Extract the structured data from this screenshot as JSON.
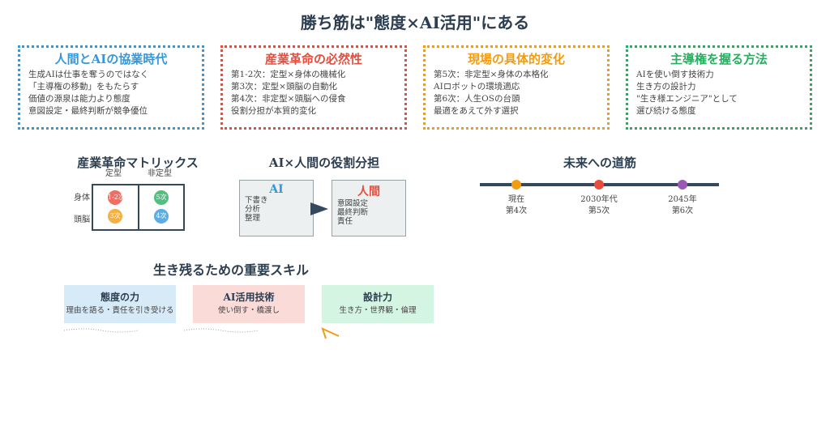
{
  "title": "勝ち筋は\"態度×AI活用\"にある",
  "cards": [
    {
      "title": "人間とAIの協業時代",
      "color": "#3498db",
      "lines": [
        "生成AIは仕事を奪うのではなく",
        "「主導権の移動」をもたらす",
        "価値の源泉は能力より態度",
        "意図設定・最終判断が競争優位"
      ]
    },
    {
      "title": "産業革命の必然性",
      "color": "#e74c3c",
      "lines": [
        "第1-2次：定型×身体の機械化",
        "第3次：定型×頭脳の自動化",
        "第4次：非定型×頭脳への侵食",
        "役割分担が本質的変化"
      ]
    },
    {
      "title": "現場の具体的変化",
      "color": "#f39c12",
      "lines": [
        "第5次：非定型×身体の本格化",
        "AIロボットの環境適応",
        "第6次：人生OSの台頭",
        "最適をあえて外す選択"
      ]
    },
    {
      "title": "主導権を握る方法",
      "color": "#27ae60",
      "lines": [
        "AIを使い倒す技術力",
        "生き方の設計力",
        "\"生き様エンジニア\"として",
        "選び続ける態度"
      ]
    }
  ],
  "matrix": {
    "title": "産業革命マトリックス",
    "cols": [
      "定型",
      "非定型"
    ],
    "rows": [
      "身体",
      "頭脳"
    ],
    "cells": [
      {
        "label": "1-2次",
        "color": "#ec7063"
      },
      {
        "label": "5次",
        "color": "#52be80"
      },
      {
        "label": "3次",
        "color": "#f5b041"
      },
      {
        "label": "4次",
        "color": "#5dade2"
      }
    ]
  },
  "roles": {
    "title": "AI×人間の役割分担",
    "ai": {
      "title": "AI",
      "lines": [
        "下書き",
        "分析",
        "整理"
      ]
    },
    "human": {
      "title": "人間",
      "lines": [
        "意図設定",
        "最終判断",
        "責任"
      ]
    }
  },
  "timeline": {
    "title": "未来への道筋",
    "points": [
      {
        "label": "現在",
        "sub": "第4次",
        "color": "#f39c12"
      },
      {
        "label": "2030年代",
        "sub": "第5次",
        "color": "#e74c3c"
      },
      {
        "label": "2045年",
        "sub": "第6次",
        "color": "#9b59b6"
      }
    ]
  },
  "skills": {
    "title": "生き残るための重要スキル",
    "items": [
      {
        "title": "態度の力",
        "sub": "理由を語る・責任を引き受ける",
        "bg": "#d6eaf8"
      },
      {
        "title": "AI活用技術",
        "sub": "使い倒す・橋渡し",
        "bg": "#fadbd8"
      },
      {
        "title": "設計力",
        "sub": "生き方・世界観・倫理",
        "bg": "#d5f5e3"
      }
    ]
  }
}
